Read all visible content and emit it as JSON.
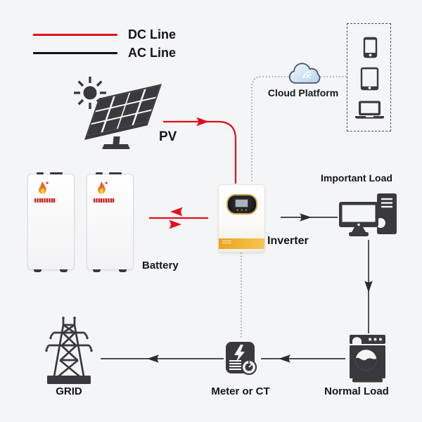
{
  "legend": {
    "items": [
      {
        "label": "DC Line",
        "color": "#e2101b"
      },
      {
        "label": "AC Line",
        "color": "#111114"
      }
    ]
  },
  "nodes": {
    "pv": {
      "label": "PV"
    },
    "cloud": {
      "label": "Cloud Platform"
    },
    "battery": {
      "label": "Battery"
    },
    "inverter": {
      "label": "Inverter"
    },
    "important_load": {
      "label": "Important Load"
    },
    "normal_load": {
      "label": "Normal Load"
    },
    "meter": {
      "label": "Meter or CT"
    },
    "grid": {
      "label": "GRID"
    }
  },
  "icons": {
    "sun": "sun-icon",
    "solar_panel": "solar-panel-icon",
    "cloud": "cloud-icon",
    "smartphone": "smartphone-icon",
    "tablet": "tablet-icon",
    "laptop": "laptop-icon",
    "battery_unit": "battery-unit-icon",
    "inverter": "inverter-icon",
    "desktop_computer": "desktop-computer-icon",
    "washing_machine": "washing-machine-icon",
    "energy_meter": "energy-meter-icon",
    "transmission_tower": "transmission-tower-icon"
  },
  "colors": {
    "dc_line": "#e2101b",
    "ac_line": "#2e2e33",
    "icon": "#3a3a3e",
    "background": "#f4f5f7",
    "cloud_fill": "#bcd6f2",
    "cloud_outline": "#44536b",
    "inverter_band": "#f3b63a",
    "flame": "#ef7a1e"
  }
}
